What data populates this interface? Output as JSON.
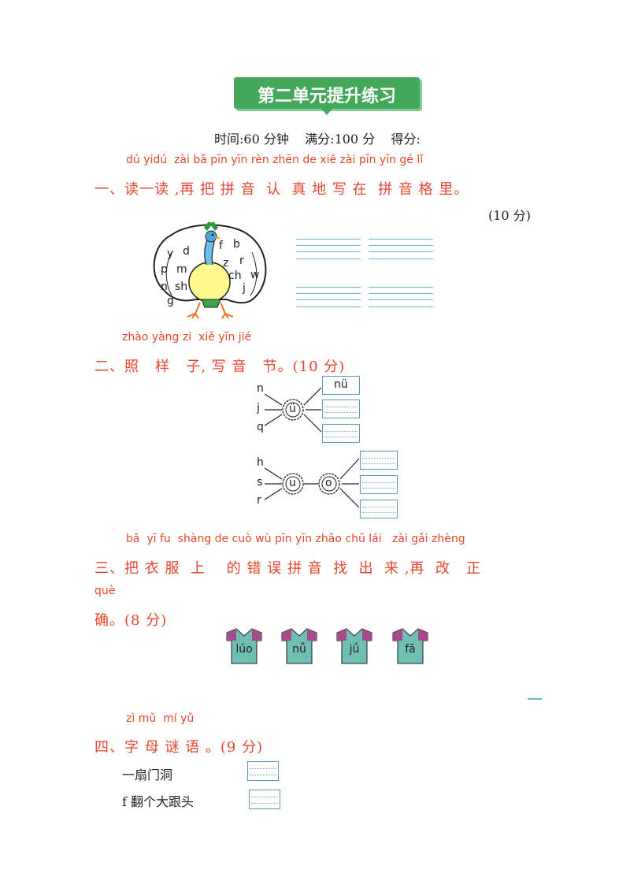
{
  "title": "第二单元提升练习",
  "header_info": "时间:60 分钟    满分:100 分    得分:",
  "q1": {
    "pinyin": "dú yidú  zài bǎ pīn yīn rèn zhēn de xiě zài pīn yīn gé lǐ",
    "title": "一、读一读 ,再 把 拼 音  认  真 地 写 在  拼 音 格 里。",
    "score": "(10 分)",
    "letters": [
      "y",
      "d",
      "f",
      "b",
      "p",
      "m",
      "z",
      "r",
      "ch",
      "w",
      "n",
      "sh",
      "j",
      "g"
    ]
  },
  "q2": {
    "pinyin": "zhào yàng zi  xiě yīn jié",
    "title": "二、照   样   子, 写 音   节。(10 分)",
    "group1": {
      "left": [
        "n",
        "j",
        "q"
      ],
      "center": "ü",
      "example": "nü"
    },
    "group2": {
      "left": [
        "h",
        "s",
        "r"
      ],
      "center1": "u",
      "center2": "o"
    }
  },
  "q3": {
    "pinyin": "bǎ  yī fu  shàng de cuò wù pīn yīn zhǎo chū lái   zài gǎi zhèng",
    "title": "三、把 衣 服  上    的 错 误 拼 音  找  出  来 ,再  改   正",
    "pinyin2": "què",
    "title2": "确。(8 分)",
    "shirts": [
      "lúo",
      "nǚ",
      "jǘ",
      "fā"
    ]
  },
  "q4": {
    "pinyin": "zì mǔ  mí yǔ",
    "title": "四、字 母 谜 语 。(9 分)",
    "riddles": [
      "一扇门洞",
      "f 翻个大跟头"
    ]
  },
  "colors": {
    "accent": "#e8452c",
    "banner": "#43a85a",
    "line": "#6bb8d6",
    "shirt_body": "#6fbfb4",
    "shirt_collar": "#a54a8a"
  }
}
